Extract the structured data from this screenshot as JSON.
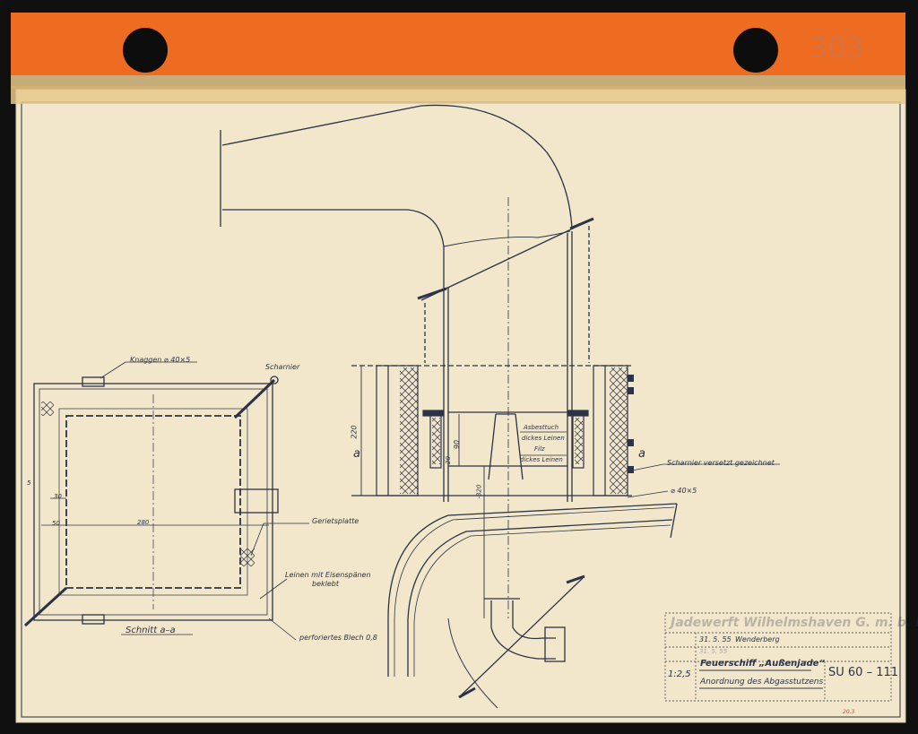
{
  "folder": {
    "number": "303",
    "tab_color": "#ee6d22",
    "tape_color": "#e9c98b"
  },
  "paper_color": "#f3e7cc",
  "ink_color": "#2b3346",
  "labels": {
    "knaggen": "Knaggen ⌀ 40×5",
    "scharnier": "Scharnier",
    "schnitt": "Schnitt a–a",
    "gerietsplatte": "Gerietsplatte",
    "leinen_line1": "Leinen mit Eisenspänen",
    "leinen_line2": "beklebt",
    "perforiertes": "perforiertes Blech 0,8",
    "asbesttuch": "Asbesttuch",
    "dickes_leinen": "dickes Leinen",
    "filz": "Filz",
    "dickes_leinen_2": "dickes Leinen",
    "scharnier_versetzt": "Scharnier versetzt gezeichnet",
    "flach_40x5": "⌀ 40×5",
    "section_mark_left": "a",
    "section_mark_right": "a"
  },
  "dimensions": {
    "d220": "220",
    "d90": "90",
    "d320": "-320",
    "d20": "20",
    "d280": "280",
    "d30": "30",
    "d50": "50",
    "d5": "5"
  },
  "title_block": {
    "company": "Jadewerft Wilhelmshaven G. m. b. H.",
    "date_drawn": "31. 5. 55",
    "drawn_by": "Wenderberg",
    "checked_date": "31. 5. 55",
    "scale": "1:2,5",
    "ship": "Feuerschiff „Außenjade“",
    "description": "Anordnung des Abgasstutzens",
    "drawing_number": "SU 60 – 111"
  },
  "corner_mark": "20.3"
}
